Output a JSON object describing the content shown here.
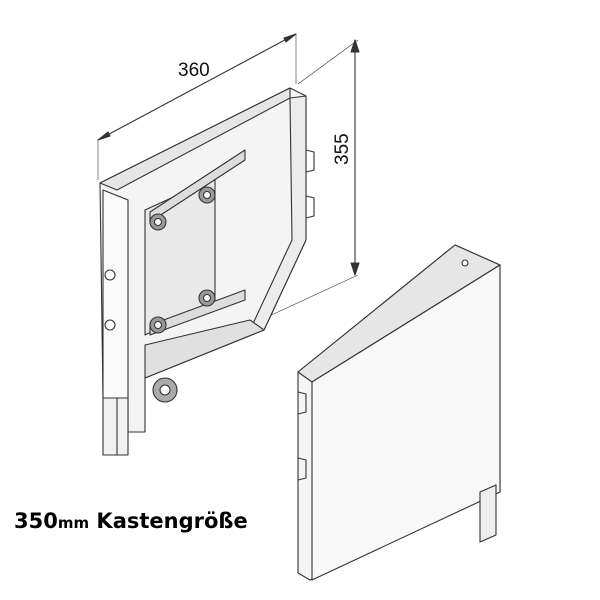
{
  "dimensions": {
    "width": "360",
    "height": "355"
  },
  "caption": {
    "value": "350",
    "unit": "mm",
    "label": " Kastengröße"
  }
}
